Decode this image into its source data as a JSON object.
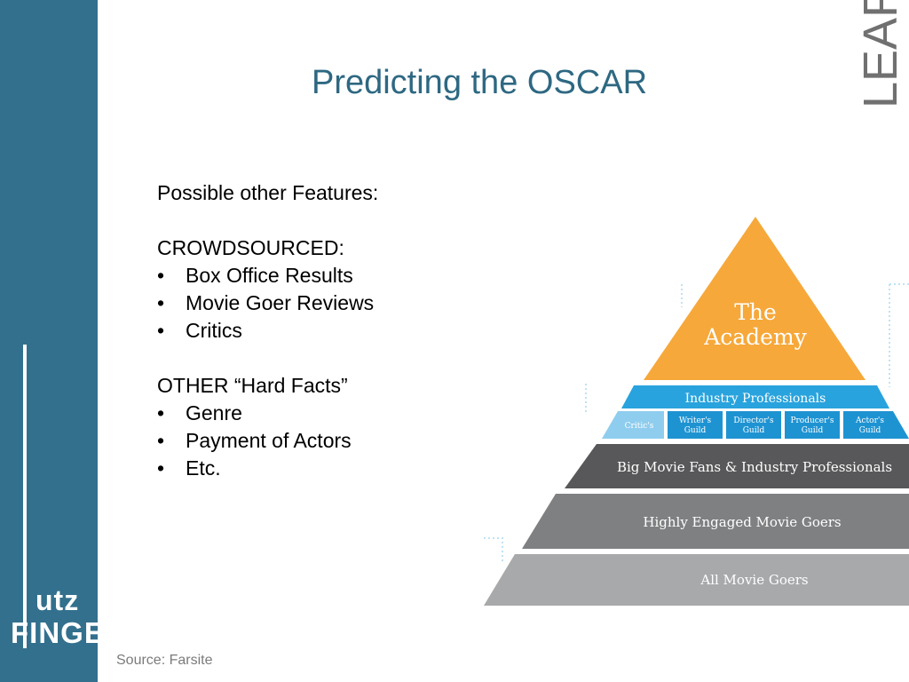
{
  "slide": {
    "title": "Predicting the OSCAR",
    "corner_word": "LEAF",
    "source": "Source: Farsite"
  },
  "logo": {
    "line1": "utz",
    "line2": "FINGER"
  },
  "content": {
    "heading": "Possible other Features:",
    "group1_title": "CROWDSOURCED:",
    "group1_items": [
      "Box Office Results",
      "Movie Goer Reviews",
      "Critics"
    ],
    "group2_title": "OTHER “Hard Facts”",
    "group2_items": [
      "Genre",
      "Payment of Actors",
      "Etc."
    ]
  },
  "pyramid": {
    "top_line1": "The",
    "top_line2": "Academy",
    "industry": "Industry Professionals",
    "guilds": [
      {
        "line1": "Critic's",
        "line2": ""
      },
      {
        "line1": "Writer's",
        "line2": "Guild"
      },
      {
        "line1": "Director's",
        "line2": "Guild"
      },
      {
        "line1": "Producer's",
        "line2": "Guild"
      },
      {
        "line1": "Actor's",
        "line2": "Guild"
      }
    ],
    "tier3": "Big Movie Fans & Industry Professionals",
    "tier4": "Highly Engaged Movie Goers",
    "tier5": "All Movie Goers",
    "colors": {
      "academy": "#f6a83a",
      "industry": "#29a3dd",
      "critics": "#8fcdee",
      "guild": "#1e93d2",
      "tier3": "#58585a",
      "tier4": "#7f8082",
      "tier5": "#a7a9ab"
    }
  }
}
